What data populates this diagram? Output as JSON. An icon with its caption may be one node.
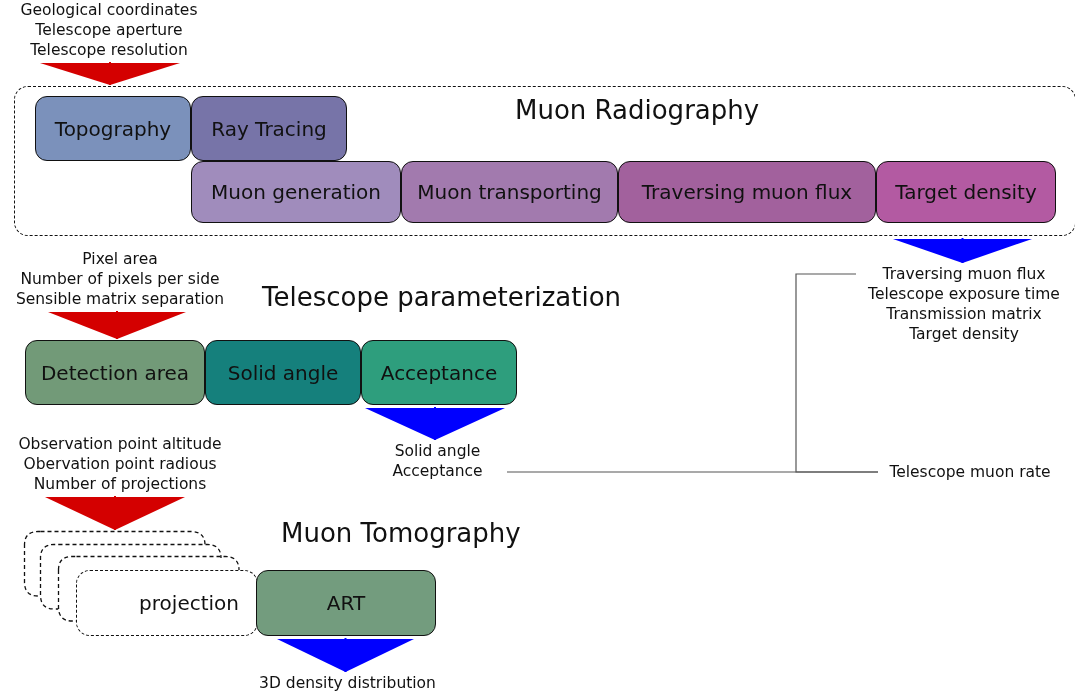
{
  "diagram": {
    "nodes": [
      {
        "text": [
          "Muon Radiography"
        ]
      },
      {
        "text": [
          "Topography"
        ],
        "in": 0
      },
      {
        "text": [
          "Ray Tracing"
        ],
        "in": 0
      },
      {
        "text": [
          "Muon generation"
        ],
        "in": 0
      },
      {
        "text": [
          "Muon transporting"
        ],
        "in": 0
      },
      {
        "text": [
          "Traversing muon flux"
        ],
        "in": 0
      },
      {
        "text": [
          "Target density"
        ],
        "in": 0
      },
      {
        "text": [
          "Geological coordinates",
          "Telescope aperture",
          "Telescope resolution"
        ]
      },
      {
        "text": [
          "Traversing muon flux",
          "Telescope exposure time",
          "Transmission matrix",
          "Target density"
        ]
      },
      {
        "text": [
          "Pixel area",
          "Number of pixels per side",
          "Sensible matrix separation"
        ]
      },
      {
        "text": [
          "Detection area"
        ]
      },
      {
        "text": [
          "Solid angle"
        ]
      },
      {
        "text": [
          "Acceptance"
        ]
      },
      {
        "text": [
          "Solid angle",
          "Acceptance"
        ]
      },
      {
        "text": [
          "Telescope muon rate"
        ]
      },
      {
        "text": [
          "Observation point altitude",
          "Obervation point radious",
          "Number of projections"
        ]
      },
      {
        "text": [],
        "shape": "box"
      },
      {
        "text": [],
        "shape": "box"
      },
      {
        "text": [],
        "shape": "box"
      },
      {
        "text": [
          "projection"
        ]
      },
      {
        "text": [
          "ART"
        ]
      },
      {
        "text": [
          "3D density distribution"
        ]
      }
    ],
    "edges": [
      {
        "from": 7,
        "to": 0,
        "arrow": "to",
        "color": "#d40000"
      },
      {
        "from": 0,
        "to": 8,
        "arrow": "to",
        "color": "#0000ff"
      },
      {
        "from": 9,
        "to": 10,
        "arrow": "to",
        "color": "#d40000"
      },
      {
        "from": 12,
        "to": 13,
        "arrow": "to",
        "color": "#0000ff"
      },
      {
        "from": 8,
        "to": 14,
        "arrow": "none",
        "color": "#555555"
      },
      {
        "from": 13,
        "to": 14,
        "arrow": "none",
        "color": "#555555"
      },
      {
        "from": 15,
        "to": 16,
        "arrow": "to",
        "color": "#d40000"
      },
      {
        "from": 20,
        "to": 21,
        "arrow": "to",
        "color": "#0000ff"
      }
    ],
    "labels": [
      "Telescope parameterization",
      "Muon Tomography"
    ]
  }
}
